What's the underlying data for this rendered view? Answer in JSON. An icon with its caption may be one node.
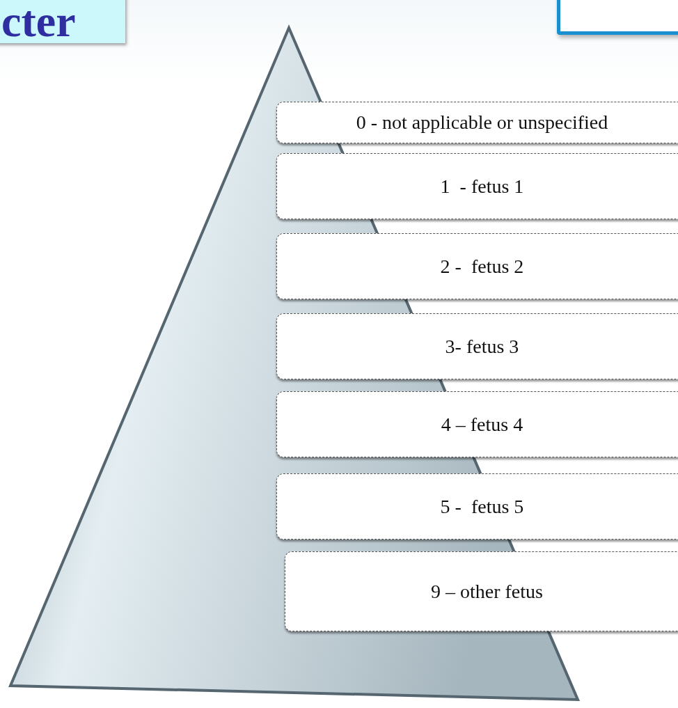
{
  "diagram": {
    "nodes": [
      {
        "text": [
          "cter"
        ]
      },
      {
        "text": [],
        "shape": "box"
      },
      {
        "text": [
          "0 - not applicable or unspecified"
        ]
      },
      {
        "text": [
          "1  - fetus 1"
        ]
      },
      {
        "text": [
          "2 -  fetus 2"
        ]
      },
      {
        "text": [
          "3- fetus 3"
        ]
      },
      {
        "text": [
          "4 – fetus 4"
        ]
      },
      {
        "text": [
          "5 -  fetus 5"
        ]
      },
      {
        "text": [
          "9 – other fetus"
        ]
      }
    ]
  }
}
